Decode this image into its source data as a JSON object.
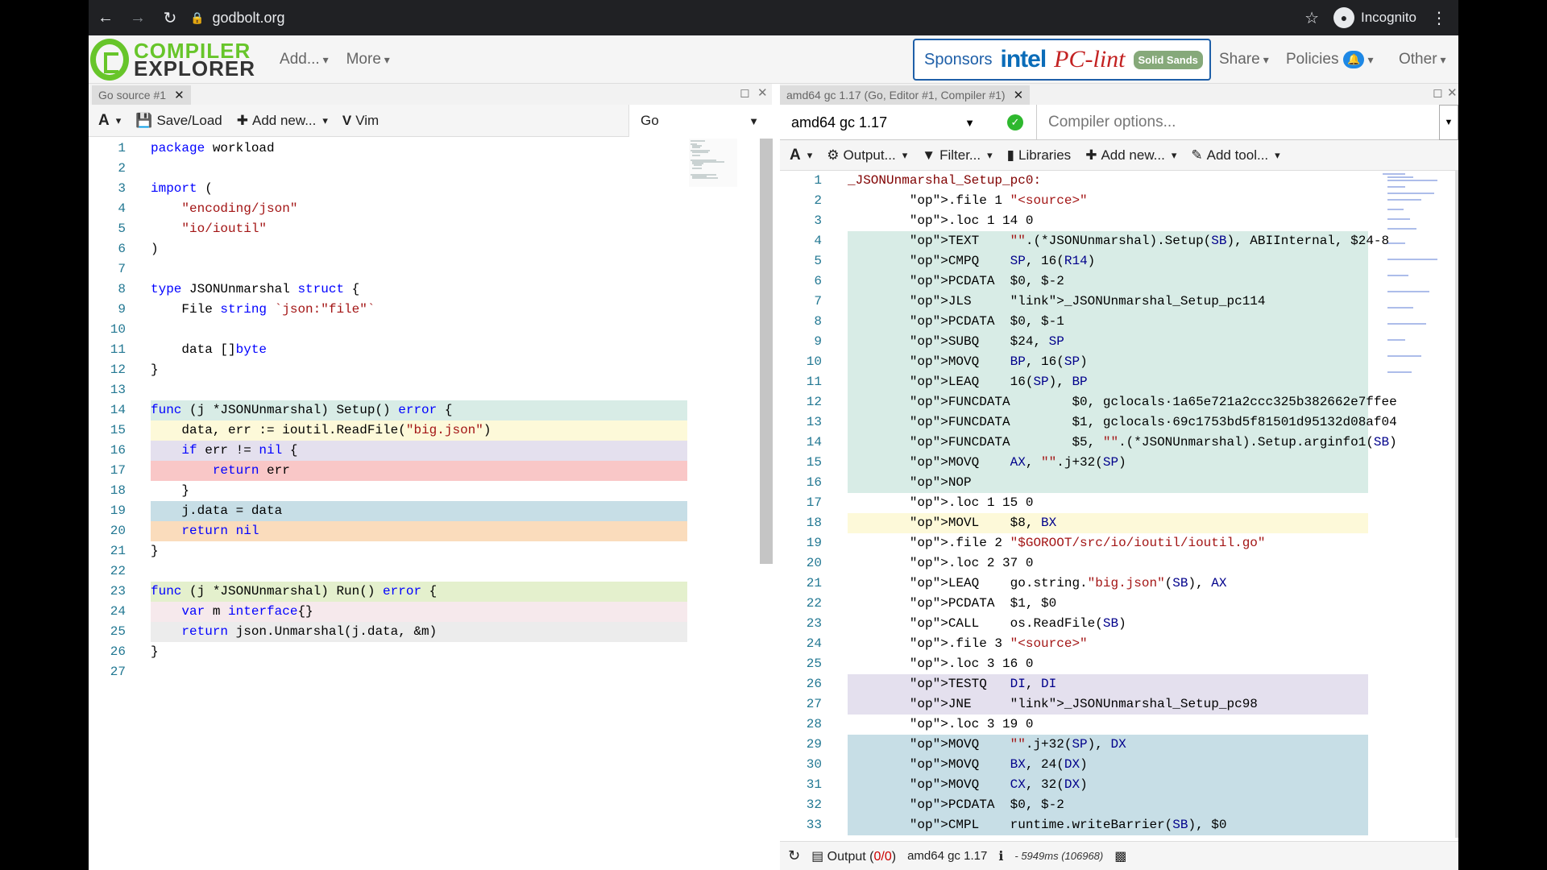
{
  "browser": {
    "url": "godbolt.org",
    "profile": "Incognito"
  },
  "header": {
    "logo_line1": "COMPILER",
    "logo_line2": "EXPLORER",
    "menu_add": "Add...",
    "menu_more": "More",
    "sponsors": "Sponsors",
    "sponsor_intel": "intel",
    "sponsor_pclint": "PC-lint",
    "sponsor_solid": "Solid Sands",
    "share": "Share",
    "policies": "Policies",
    "policies_badge": "🔔",
    "other": "Other"
  },
  "editor": {
    "tab_title": "Go source #1",
    "font_button": "A",
    "save_load": "Save/Load",
    "add_new": "Add new...",
    "vim": "Vim",
    "language": "Go",
    "lines": [
      "package workload",
      "",
      "import (",
      "    \"encoding/json\"",
      "    \"io/ioutil\"",
      ")",
      "",
      "type JSONUnmarshal struct {",
      "    File string `json:\"file\"`",
      "",
      "    data []byte",
      "}",
      "",
      "func (j *JSONUnmarshal) Setup() error {",
      "    data, err := ioutil.ReadFile(\"big.json\")",
      "    if err != nil {",
      "        return err",
      "    }",
      "    j.data = data",
      "    return nil",
      "}",
      "",
      "func (j *JSONUnmarshal) Run() error {",
      "    var m interface{}",
      "    return json.Unmarshal(j.data, &m)",
      "}",
      ""
    ],
    "line_colors": {
      "14": "#d8ece6",
      "15": "#fdf9d9",
      "16": "#e4e0ee",
      "17": "#f9c7c7",
      "19": "#c7dee6",
      "20": "#fadcbc",
      "23": "#e4f0cd",
      "24": "#f6e9ec",
      "25": "#ececec"
    }
  },
  "compiler": {
    "tab_title": "amd64 gc 1.17 (Go, Editor #1, Compiler #1)",
    "compiler_name": "amd64 gc 1.17",
    "options_placeholder": "Compiler options...",
    "output_menu": "Output...",
    "filter_menu": "Filter...",
    "libraries": "Libraries",
    "add_new": "Add new...",
    "add_tool": "Add tool...",
    "status_output": "Output (",
    "status_counts": "0/0",
    "status_compiler": "amd64 gc 1.17",
    "status_meta": "- 5949ms (106968)",
    "asm_lines": [
      "_JSONUnmarshal_Setup_pc0:",
      "        .file 1 \"<source>\"",
      "        .loc 1 14 0",
      "        TEXT    \"\".(*JSONUnmarshal).Setup(SB), ABIInternal, $24-8",
      "        CMPQ    SP, 16(R14)",
      "        PCDATA  $0, $-2",
      "        JLS     _JSONUnmarshal_Setup_pc114",
      "        PCDATA  $0, $-1",
      "        SUBQ    $24, SP",
      "        MOVQ    BP, 16(SP)",
      "        LEAQ    16(SP), BP",
      "        FUNCDATA        $0, gclocals·1a65e721a2ccc325b382662e7ffee",
      "        FUNCDATA        $1, gclocals·69c1753bd5f81501d95132d08af04",
      "        FUNCDATA        $5, \"\".(*JSONUnmarshal).Setup.arginfo1(SB)",
      "        MOVQ    AX, \"\".j+32(SP)",
      "        NOP",
      "        .loc 1 15 0",
      "        MOVL    $8, BX",
      "        .file 2 \"$GOROOT/src/io/ioutil/ioutil.go\"",
      "        .loc 2 37 0",
      "        LEAQ    go.string.\"big.json\"(SB), AX",
      "        PCDATA  $1, $0",
      "        CALL    os.ReadFile(SB)",
      "        .file 3 \"<source>\"",
      "        .loc 3 16 0",
      "        TESTQ   DI, DI",
      "        JNE     _JSONUnmarshal_Setup_pc98",
      "        .loc 3 19 0",
      "        MOVQ    \"\".j+32(SP), DX",
      "        MOVQ    BX, 24(DX)",
      "        MOVQ    CX, 32(DX)",
      "        PCDATA  $0, $-2",
      "        CMPL    runtime.writeBarrier(SB), $0"
    ],
    "asm_colors": {
      "4": "#d8ece6",
      "5": "#d8ece6",
      "6": "#d8ece6",
      "7": "#d8ece6",
      "8": "#d8ece6",
      "9": "#d8ece6",
      "10": "#d8ece6",
      "11": "#d8ece6",
      "12": "#d8ece6",
      "13": "#d8ece6",
      "14": "#d8ece6",
      "15": "#d8ece6",
      "16": "#d8ece6",
      "18": "#fdf9d9",
      "26": "#e4e0ee",
      "27": "#e4e0ee",
      "29": "#c7dee6",
      "30": "#c7dee6",
      "31": "#c7dee6",
      "32": "#c7dee6",
      "33": "#c7dee6"
    }
  },
  "colors": {
    "brand_green": "#67c52a",
    "link_blue": "#0000ff",
    "success_green": "#2eb82e"
  }
}
